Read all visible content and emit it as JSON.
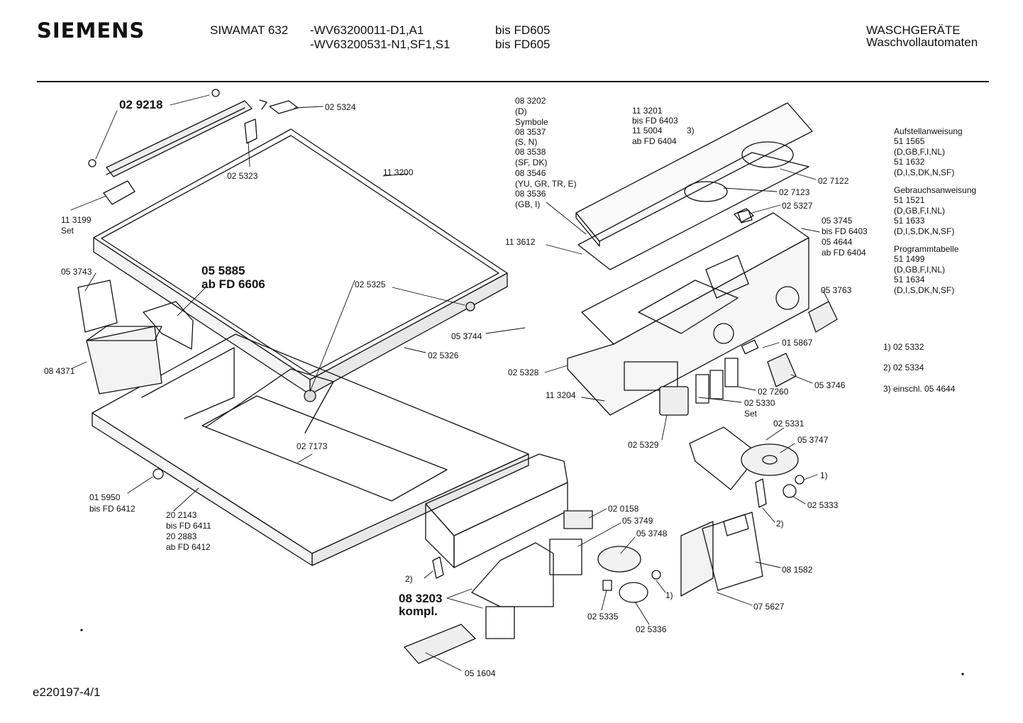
{
  "header": {
    "brand": "SIEMENS",
    "model": "SIWAMAT 632",
    "variant_1": "-WV63200011-D1,A1",
    "variant_2": "-WV63200531-N1,SF1,S1",
    "until_1": "bis FD605",
    "until_2": "bis FD605",
    "category": "WASCHGERÄTE",
    "subcategory": "Waschvollautomaten"
  },
  "labels": {
    "p029218": "02 9218",
    "p025324": "02 5324",
    "p025323": "02 5323",
    "p113200": "11 3200",
    "p113199": "11 3199",
    "p113199_note": "Set",
    "p053743": "05 3743",
    "p055885": "05 5885",
    "p055885_note": "ab FD 6606",
    "p084371": "08 4371",
    "p025325": "02 5325",
    "p025326": "02 5326",
    "p027173": "02 7173",
    "p015950": "01 5950",
    "p015950_note": "bis FD 6412",
    "p202143": "20 2143",
    "p202143_note": "bis FD 6411",
    "p202883": "20 2883",
    "p202883_note": "ab FD 6412",
    "p083202": "08 3202",
    "p083202_note": "(D)",
    "symbole": "Symbole",
    "p083537": "08 3537",
    "p083537_note": "(S, N)",
    "p083538": "08 3538",
    "p083538_note": "(SF, DK)",
    "p083546": "08 3546",
    "p083546_note": "(YU, GR, TR, E)",
    "p083536": "08 3536",
    "p083536_note": "(GB, I)",
    "p113201": "11 3201",
    "p113201_note": "bis FD 6403",
    "p115004": "11 5004",
    "p115004_ref": "3)",
    "p115004_note": "ab FD 6404",
    "p027122": "02 7122",
    "p027123": "02 7123",
    "p025327": "02 5327",
    "p053745": "05 3745",
    "p053745_note": "bis FD 6403",
    "p054644": "05 4644",
    "p054644_note": "ab FD 6404",
    "p113612": "11 3612",
    "p053763": "05 3763",
    "p053744": "05 3744",
    "p015867": "01 5867",
    "p025328": "02 5328",
    "p053746": "05 3746",
    "p113204": "11 3204",
    "p027260": "02 7260",
    "p025330": "02 5330",
    "p025330_note": "Set",
    "p025329": "02 5329",
    "p025331": "02 5331",
    "p053747": "05 3747",
    "ref1a": "1)",
    "p025333": "02 5333",
    "ref2a": "2)",
    "p020158": "02 0158",
    "p053749": "05 3749",
    "p053748": "05 3748",
    "p081582": "08 1582",
    "ref2b": "2)",
    "p083203": "08 3203",
    "p083203_note": "kompl.",
    "ref1b": "1)",
    "p025335": "02 5335",
    "p025336": "02 5336",
    "p075627": "07 5627",
    "p051604": "05 1604"
  },
  "sidebar": {
    "aufstell_title": "Aufstellanweisung",
    "aufstell_1": "51 1565",
    "aufstell_1_lang": "(D,GB,F,I,NL)",
    "aufstell_2": "51 1632",
    "aufstell_2_lang": "(D,I,S,DK,N,SF)",
    "gebrauch_title": "Gebrauchsanweisung",
    "gebrauch_1": "51 1521",
    "gebrauch_1_lang": "(D,GB,F,I,NL)",
    "gebrauch_2": "51 1633",
    "gebrauch_2_lang": "(D,I,S,DK,N,SF)",
    "programm_title": "Programmtabelle",
    "programm_1": "51 1499",
    "programm_1_lang": "(D,GB,F,I,NL)",
    "programm_2": "51 1634",
    "programm_2_lang": "(D,I,S,DK,N,SF)"
  },
  "footnotes": {
    "note1": "1)  02 5332",
    "note2": "2)  02 5334",
    "note3": "3)  einschl. 05 4644"
  },
  "footer": {
    "doc_id": "e220197-4/1"
  }
}
